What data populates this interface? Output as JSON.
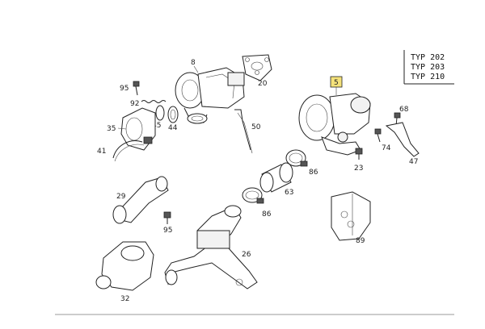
{
  "type_box": {
    "lines": [
      "TYP 202",
      "TYP 203",
      "TYP 210"
    ]
  },
  "parts": [
    {
      "id": "8",
      "label": "8"
    },
    {
      "id": "20",
      "label": "20"
    },
    {
      "id": "95a",
      "label": "95"
    },
    {
      "id": "92",
      "label": "92"
    },
    {
      "id": "45",
      "label": "45"
    },
    {
      "id": "44",
      "label": "44"
    },
    {
      "id": "35",
      "label": "35"
    },
    {
      "id": "41",
      "label": "41"
    },
    {
      "id": "50",
      "label": "50"
    },
    {
      "id": "5",
      "label": "5",
      "highlight": "#f5e27a"
    },
    {
      "id": "68",
      "label": "68"
    },
    {
      "id": "74",
      "label": "74"
    },
    {
      "id": "47",
      "label": "47"
    },
    {
      "id": "23",
      "label": "23"
    },
    {
      "id": "86a",
      "label": "86"
    },
    {
      "id": "63",
      "label": "63"
    },
    {
      "id": "86b",
      "label": "86"
    },
    {
      "id": "29",
      "label": "29"
    },
    {
      "id": "95b",
      "label": "95"
    },
    {
      "id": "26",
      "label": "26"
    },
    {
      "id": "89",
      "label": "89"
    },
    {
      "id": "32",
      "label": "32"
    }
  ],
  "colors": {
    "highlight": "#f5e27a",
    "line": "#222222",
    "footer_rule": "#9a9a9a"
  }
}
